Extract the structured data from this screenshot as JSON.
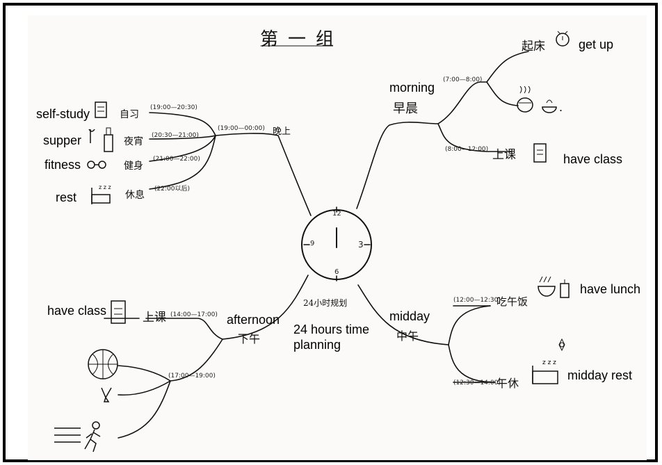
{
  "title": "第一组",
  "center": {
    "label_cn": "24小时规划",
    "label_en": "24 hours time planning",
    "clock": {
      "n12": "12",
      "n3": "3",
      "n6": "6",
      "n9": "9"
    }
  },
  "morning": {
    "label_en": "morning",
    "label_cn": "早晨",
    "time": "(7:00—8:00)",
    "get_up": {
      "cn": "起床",
      "en": "get up"
    },
    "breakfast_dot": ".",
    "have_class": {
      "time": "(8:00—12:00)",
      "cn": "上课",
      "en": "have class"
    }
  },
  "midday": {
    "label_en": "midday",
    "label_cn": "中午",
    "lunch": {
      "time": "(12:00—12:30)",
      "cn": "吃午饭",
      "en": "have lunch"
    },
    "rest": {
      "time": "(12:30—14:00)",
      "cn": "午休",
      "en": "midday rest"
    }
  },
  "afternoon": {
    "label_en": "afternoon",
    "label_cn": "下午",
    "have_class": {
      "time": "(14:00—17:00)",
      "cn": "上课",
      "en": "have class"
    },
    "sport_time": "(17:00—19:00)"
  },
  "evening": {
    "time": "(19:00—00:00)",
    "label_cn": "晚上",
    "self_study": {
      "time": "(19:00—20:30)",
      "cn": "自习",
      "en": "self-study"
    },
    "supper": {
      "time": "(20:30—21:00)",
      "cn": "夜宵",
      "en": "supper"
    },
    "fitness": {
      "time": "(21:00—22:00)",
      "cn": "健身",
      "en": "fitness"
    },
    "rest": {
      "time": "(22:00以后)",
      "cn": "休息",
      "en": "rest"
    }
  }
}
